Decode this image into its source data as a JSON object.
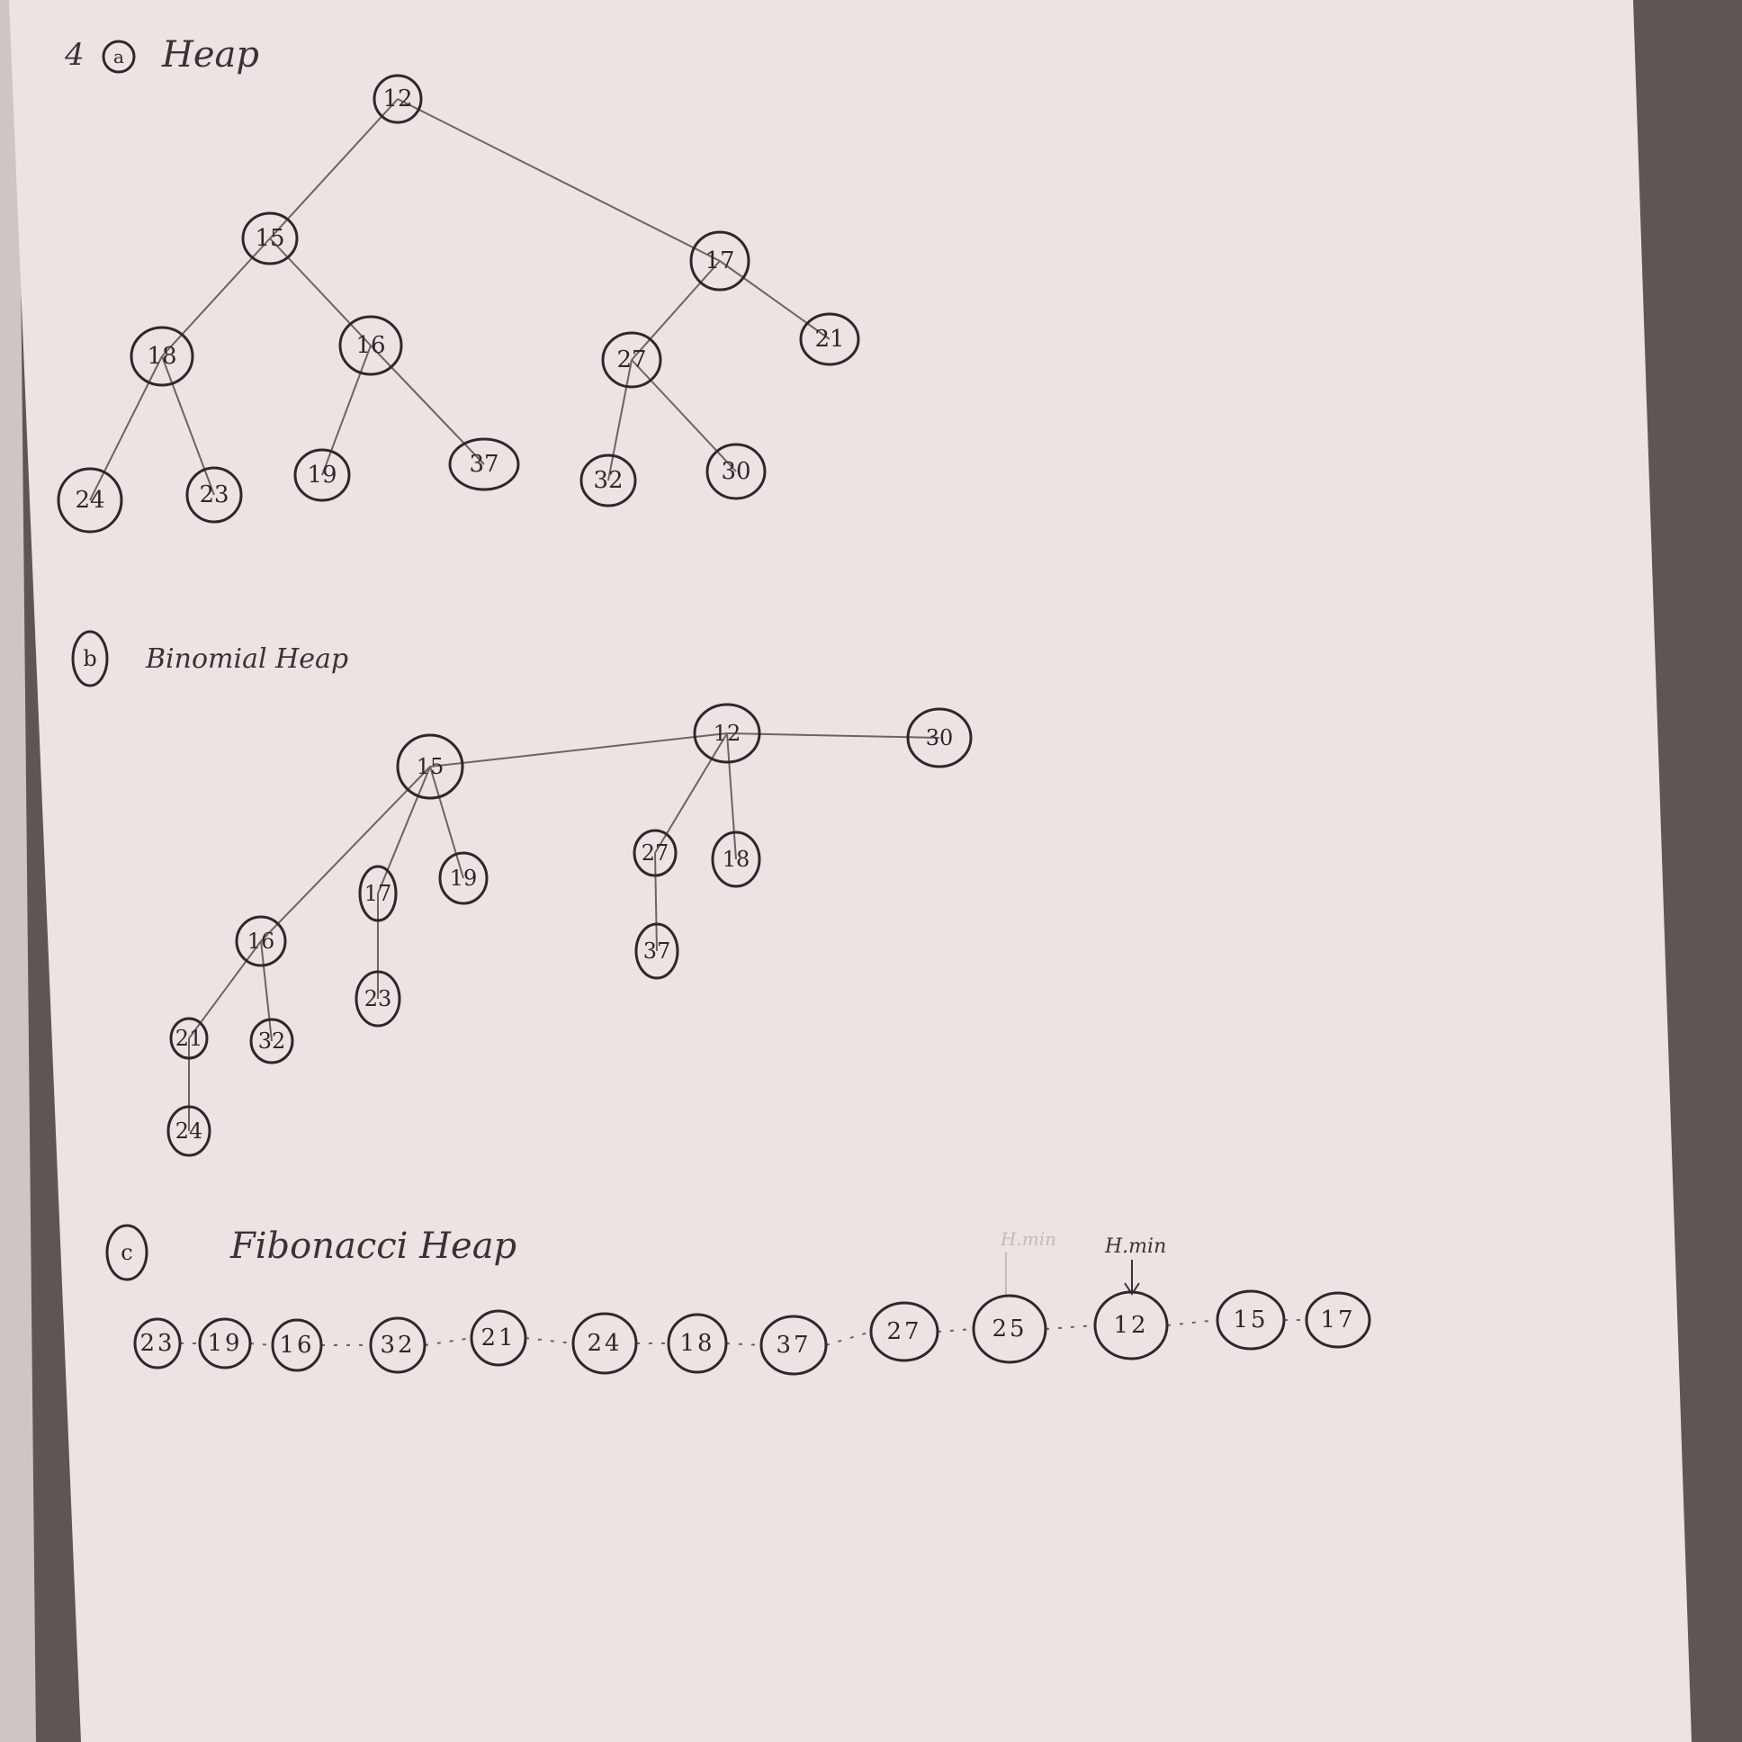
{
  "colors": {
    "paper": "#ece4e2",
    "ink": "#2e2828",
    "line": "#6d6362",
    "background": "#5e5655"
  },
  "sections": {
    "a": {
      "number": "4",
      "letter": "a",
      "title": "Heap"
    },
    "b": {
      "letter": "b",
      "title": "Binomial Heap"
    },
    "c": {
      "letter": "c",
      "title": "Fibonacci Heap"
    }
  },
  "pointers": {
    "faint_label": "H.min",
    "min_label": "H.min"
  },
  "heap_tree": {
    "nodes": [
      {
        "id": "r",
        "label": "12"
      },
      {
        "id": "a",
        "label": "15"
      },
      {
        "id": "b",
        "label": "17"
      },
      {
        "id": "c",
        "label": "18"
      },
      {
        "id": "d",
        "label": "16"
      },
      {
        "id": "e",
        "label": "27"
      },
      {
        "id": "f",
        "label": "21"
      },
      {
        "id": "g",
        "label": "24"
      },
      {
        "id": "h",
        "label": "23"
      },
      {
        "id": "i",
        "label": "19"
      },
      {
        "id": "j",
        "label": "37"
      },
      {
        "id": "k",
        "label": "32"
      },
      {
        "id": "l",
        "label": "30"
      }
    ],
    "edges": [
      [
        "r",
        "a"
      ],
      [
        "r",
        "b"
      ],
      [
        "a",
        "c"
      ],
      [
        "a",
        "d"
      ],
      [
        "b",
        "e"
      ],
      [
        "b",
        "f"
      ],
      [
        "c",
        "g"
      ],
      [
        "c",
        "h"
      ],
      [
        "d",
        "i"
      ],
      [
        "d",
        "j"
      ],
      [
        "e",
        "k"
      ],
      [
        "e",
        "l"
      ]
    ]
  },
  "binomial_heap": {
    "nodes": [
      {
        "id": "n15",
        "label": "15"
      },
      {
        "id": "n12",
        "label": "12"
      },
      {
        "id": "n30",
        "label": "30"
      },
      {
        "id": "n16",
        "label": "16"
      },
      {
        "id": "n17",
        "label": "17"
      },
      {
        "id": "n19",
        "label": "19"
      },
      {
        "id": "n21",
        "label": "21"
      },
      {
        "id": "n32",
        "label": "32"
      },
      {
        "id": "n23",
        "label": "23"
      },
      {
        "id": "n24",
        "label": "24"
      },
      {
        "id": "n27",
        "label": "27"
      },
      {
        "id": "n18",
        "label": "18"
      },
      {
        "id": "n37",
        "label": "37"
      }
    ],
    "edges": [
      [
        "n15",
        "n12"
      ],
      [
        "n12",
        "n30"
      ],
      [
        "n15",
        "n16"
      ],
      [
        "n15",
        "n17"
      ],
      [
        "n15",
        "n19"
      ],
      [
        "n16",
        "n21"
      ],
      [
        "n16",
        "n32"
      ],
      [
        "n21",
        "n24"
      ],
      [
        "n17",
        "n23"
      ],
      [
        "n12",
        "n27"
      ],
      [
        "n12",
        "n18"
      ],
      [
        "n27",
        "n37"
      ]
    ]
  },
  "fibonacci_heap": {
    "roots": [
      "23",
      "19",
      "16",
      "32",
      "21",
      "24",
      "18",
      "37",
      "27",
      "25",
      "12",
      "15",
      "17"
    ]
  }
}
